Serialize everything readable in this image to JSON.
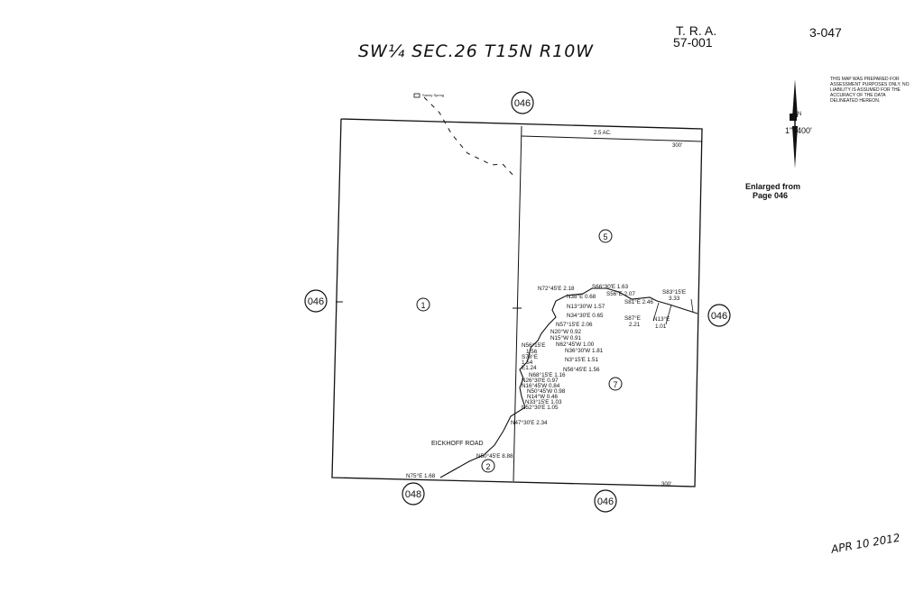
{
  "header": {
    "title": "SW¼  SEC.26  T15N  R10W",
    "tra_label": "T. R. A.",
    "tra_code": "57-001",
    "page_number": "3-047"
  },
  "disclaimer": "THIS MAP WAS PREPARED FOR ASSESSMENT PURPOSES ONLY. NO LIABILITY IS ASSUMED FOR THE ACCURACY OF THE DATA DELINEATED HEREON.",
  "scale": {
    "label": "1\" = 400'",
    "short": "1\"=",
    "value": "400'"
  },
  "enlarged_note": {
    "line1": "Enlarged from",
    "line2": "Page 046"
  },
  "date_stamp": "APR 10 2012",
  "adjacent_pages": {
    "top": "046",
    "left": "046",
    "right": "046",
    "bottom": "046",
    "bottom_left": "048"
  },
  "parcels": [
    {
      "id": "1"
    },
    {
      "id": "2"
    },
    {
      "id": "5"
    },
    {
      "id": "7"
    }
  ],
  "labels": {
    "area": "2.5 AC.",
    "dim_top": "300'",
    "dim_bottom": "300'",
    "road": "EICKHOFF  ROAD",
    "spring": "Sandy Spring"
  },
  "bearings": [
    "N72°45'E 2.18",
    "S66°30'E 1.63",
    "N38°E 0.68",
    "S56°E 2.07",
    "N13°30'W 1.57",
    "S81°E 2.46",
    "S83°15'E",
    "3.33",
    "N34°30'E 0.65",
    "N57°15'E 2.06",
    "S87°E",
    "2.21",
    "N13°E",
    "1.01",
    "N20°W 0.92",
    "N15°W 0.91",
    "N56°15'E",
    "N62°45'W 1.00",
    "1.56",
    "N36°30'W 1.81",
    "S78°E",
    "1.54",
    "N3°15'E 1.51",
    "E1.24",
    "N56°45'E 1.56",
    "N68°15'E 1.16",
    "N26°30'E 0.97",
    "N16°45'W 0.84",
    "N50°45'W 0.98",
    "N14°W 0.46",
    "N33°15'E 1.03",
    "N52°30'E 1.05",
    "N47°30'E 2.34",
    "N50°45'E 8.88",
    "N75°E 1.68"
  ],
  "colors": {
    "ink": "#111111",
    "paper": "#ffffff"
  }
}
